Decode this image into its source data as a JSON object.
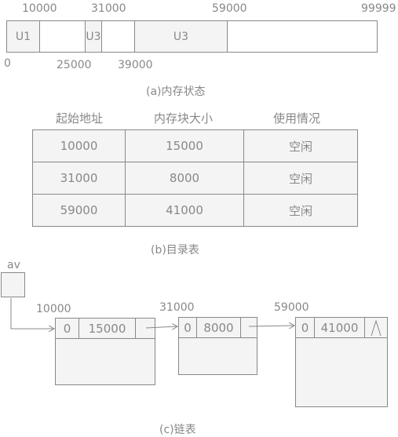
{
  "memory": {
    "top_labels": [
      "10000",
      "31000",
      "59000",
      "99999"
    ],
    "bottom_labels": [
      "0",
      "25000",
      "39000"
    ],
    "blocks": [
      "U1",
      "U3",
      "U3"
    ],
    "caption": "(a)内存状态"
  },
  "directory": {
    "headers": [
      "起始地址",
      "内存块大小",
      "使用情况"
    ],
    "rows": [
      [
        "10000",
        "15000",
        "空闲"
      ],
      [
        "31000",
        "8000",
        "空闲"
      ],
      [
        "59000",
        "41000",
        "空闲"
      ]
    ],
    "caption": "(b)目录表"
  },
  "linked_list": {
    "head_label": "av",
    "nodes": [
      {
        "addr": "10000",
        "tag": "0",
        "size": "15000"
      },
      {
        "addr": "31000",
        "tag": "0",
        "size": "8000"
      },
      {
        "addr": "59000",
        "tag": "0",
        "size": "41000"
      }
    ],
    "caption": "(c)链表"
  }
}
